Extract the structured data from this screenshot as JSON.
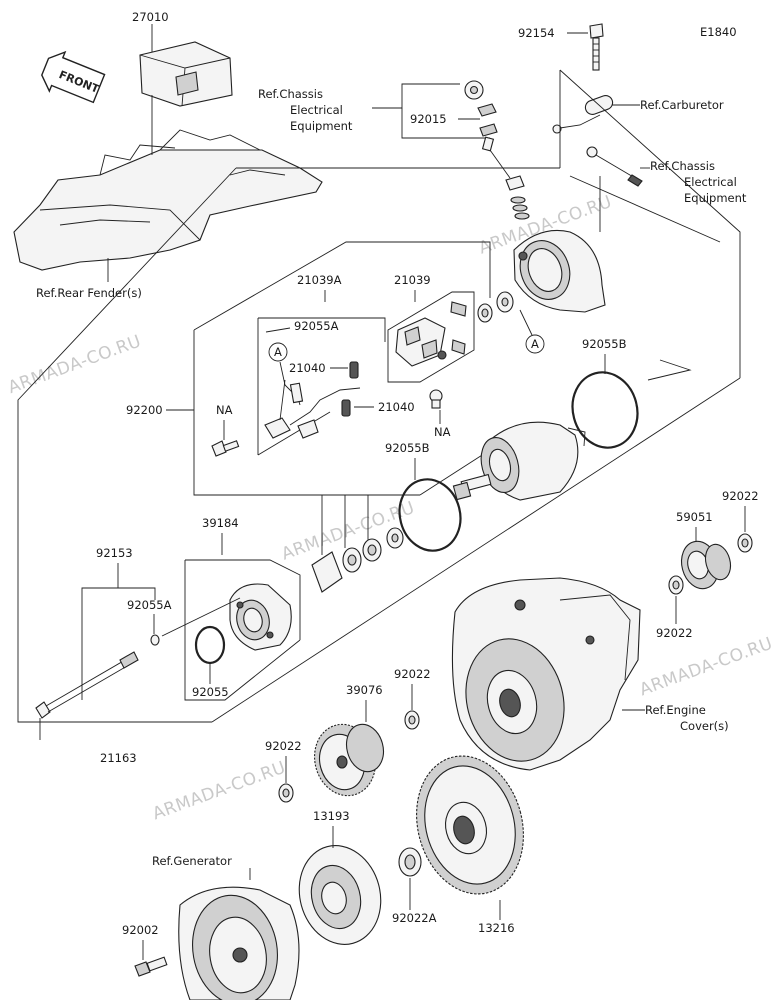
{
  "diagram_code": "E1840",
  "front_label": "FRONT",
  "watermark": "ARMADA-CO.RU",
  "refs": {
    "chassis_electrical": [
      "Ref.Chassis",
      "Electrical",
      "Equipment"
    ],
    "carburetor": "Ref.Carburetor",
    "chassis_electrical_2": [
      "Ref.Chassis",
      "Electrical",
      "Equipment"
    ],
    "rear_fender": "Ref.Rear Fender(s)",
    "engine_cover": [
      "Ref.Engine",
      "Cover(s)"
    ],
    "generator": "Ref.Generator"
  },
  "parts": {
    "p27010": "27010",
    "p92154": "92154",
    "p92015": "92015",
    "p21039A": "21039A",
    "p21039": "21039",
    "p92055A_top": "92055A",
    "circleA_1": "A",
    "circleA_2": "A",
    "p21040_1": "21040",
    "p21040_2": "21040",
    "p92200": "92200",
    "na_1": "NA",
    "na_2": "NA",
    "p92055B_1": "92055B",
    "p92055B_2": "92055B",
    "p39184": "39184",
    "p92022_1": "92022",
    "p59051": "59051",
    "p92153": "92153",
    "p92055A_mid": "92055A",
    "p92022_2": "92022",
    "p92055": "92055",
    "p92022_3": "92022",
    "p39076": "39076",
    "p21163": "21163",
    "p92022_4": "92022",
    "p13193": "13193",
    "p92002": "92002",
    "p92022A": "92022A",
    "p13216": "13216"
  }
}
